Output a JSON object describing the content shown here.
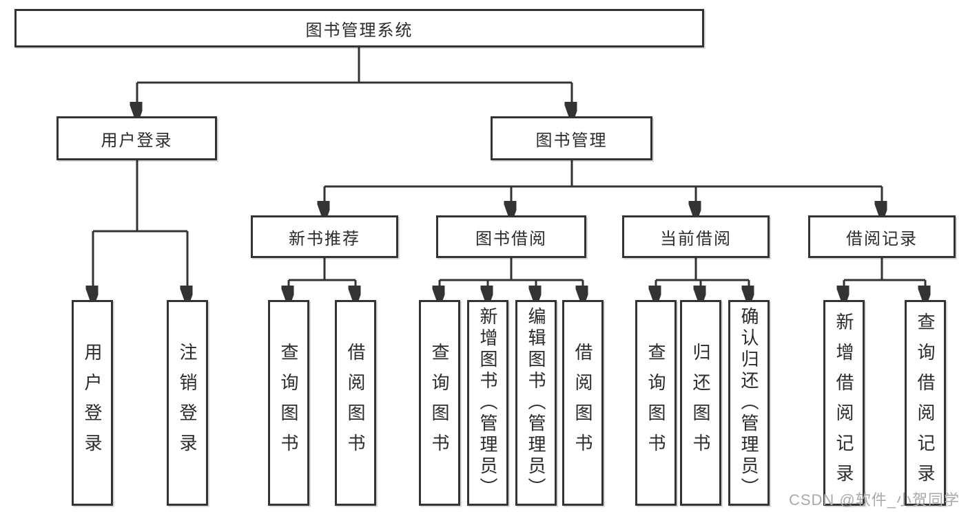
{
  "tree": {
    "label": "图书管理系统",
    "children": [
      {
        "label": "用户登录",
        "children": [
          {
            "label": "用户登录"
          },
          {
            "label": "注销登录"
          }
        ]
      },
      {
        "label": "图书管理",
        "children": [
          {
            "label": "新书推荐",
            "children": [
              {
                "label": "查询图书"
              },
              {
                "label": "借阅图书"
              }
            ]
          },
          {
            "label": "图书借阅",
            "children": [
              {
                "label": "查询图书"
              },
              {
                "label": "新增图书（管理员）"
              },
              {
                "label": "编辑图书（管理员）"
              },
              {
                "label": "借阅图书"
              }
            ]
          },
          {
            "label": "当前借阅",
            "children": [
              {
                "label": "查询图书"
              },
              {
                "label": "归还图书"
              },
              {
                "label": "确认归还（管理员）"
              }
            ]
          },
          {
            "label": "借阅记录",
            "children": [
              {
                "label": "新增借阅记录"
              },
              {
                "label": "查询借阅记录"
              }
            ]
          }
        ]
      }
    ]
  },
  "watermark": {
    "text": "CSDN @软件_小贺同学"
  },
  "colors": {
    "line": "#333333",
    "text": "#2b2b2b",
    "watermark": "#a9a9a9",
    "background": "#ffffff"
  }
}
